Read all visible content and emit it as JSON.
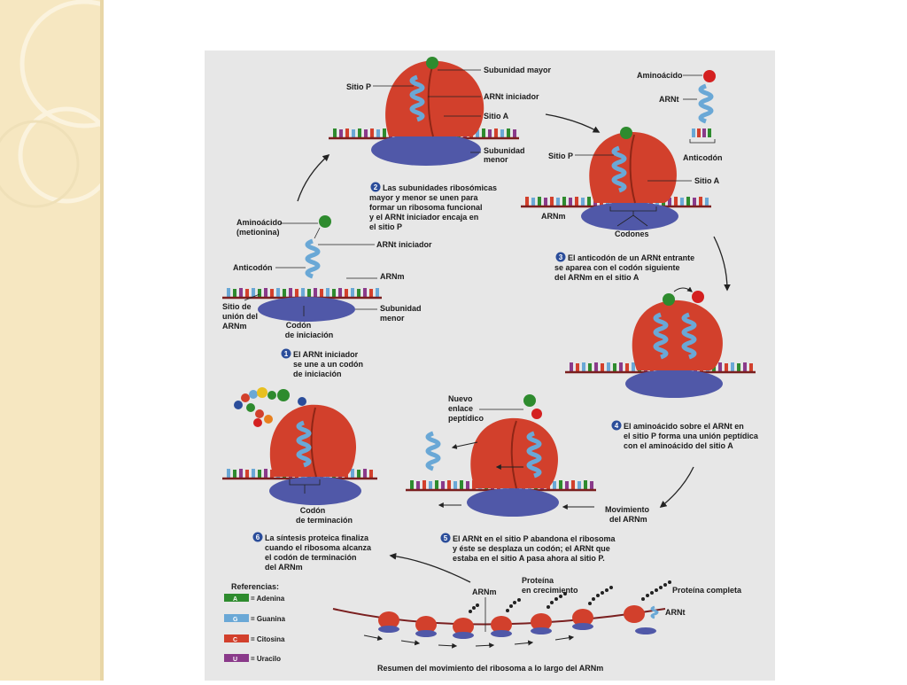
{
  "colors": {
    "slide_background": "#ffffff",
    "sidebar": "#f6e7c1",
    "figure_background": "#e7e7e7",
    "large_subunit": "#d2402c",
    "small_subunit": "#5058a8",
    "trna": "#6aa8d6",
    "amino_acid_initial": "#2e8b2e",
    "amino_acid_incoming": "#d42020",
    "adenina": "#2e8b2e",
    "guanina": "#6aa8d6",
    "citosina": "#d2402c",
    "uracilo": "#8a3a8a"
  },
  "top_panel": {
    "subunidad_mayor": "Subunidad mayor",
    "sitio_p": "Sitio P",
    "arnt_iniciador": "ARNt iniciador",
    "sitio_a": "Sitio A",
    "subunidad_menor_1": "Subunidad",
    "subunidad_menor_2": "menor"
  },
  "step1_panel": {
    "aminoacido_1": "Aminoácido",
    "aminoacido_2": "(metionina)",
    "arnt_iniciador": "ARNt iniciador",
    "anticodon": "Anticodón",
    "arnm": "ARNm",
    "sitio_union_1": "Sitio de",
    "sitio_union_2": "unión del",
    "sitio_union_3": "ARNm",
    "codon_iniciacion_1": "Codón",
    "codon_iniciacion_2": "de iniciación",
    "subunidad_menor_1": "Subunidad",
    "subunidad_menor_2": "menor"
  },
  "right_panel": {
    "aminoacido": "Aminoácido",
    "arnt": "ARNt",
    "anticodon": "Anticodón",
    "sitio_p": "Sitio P",
    "sitio_a": "Sitio A",
    "arnm": "ARNm",
    "codones": "Codones"
  },
  "step5_panel": {
    "nuevo_1": "Nuevo",
    "nuevo_2": "enlace",
    "nuevo_3": "peptídico",
    "movimiento_1": "Movimiento",
    "movimiento_2": "del ARNm"
  },
  "step6_panel": {
    "codon_term_1": "Codón",
    "codon_term_2": "de terminación"
  },
  "steps": {
    "s1": {
      "num": "1",
      "lines": [
        "El ARNt iniciador",
        "se une a un codón",
        "de iniciación"
      ]
    },
    "s2": {
      "num": "2",
      "lines": [
        "Las subunidades ribosómicas",
        "mayor y menor se unen para",
        "formar un ribosoma funcional",
        "y el ARNt iniciador encaja en",
        "el sitio P"
      ]
    },
    "s3": {
      "num": "3",
      "lines": [
        "El anticodón de un ARNt entrante",
        "se aparea con el codón siguiente",
        "del ARNm en el sitio A"
      ]
    },
    "s4": {
      "num": "4",
      "lines": [
        "El aminoácido sobre el ARNt en",
        "el sitio P forma una unión peptídica",
        "con el aminoácido del sitio A"
      ]
    },
    "s5": {
      "num": "5",
      "lines": [
        "El ARNt en el sitio P abandona el ribosoma",
        "y éste se desplaza un codón; el ARNt que",
        "estaba en el sitio A pasa ahora al sitio P."
      ]
    },
    "s6": {
      "num": "6",
      "lines": [
        "La síntesis proteica finaliza",
        "cuando el ribosoma alcanza",
        "el codón de terminación",
        "del ARNm"
      ]
    }
  },
  "legend": {
    "title": "Referencias:",
    "items": [
      {
        "code": "A",
        "label": "= Adenina"
      },
      {
        "code": "G",
        "label": "= Guanina"
      },
      {
        "code": "C",
        "label": "= Citosina"
      },
      {
        "code": "U",
        "label": "= Uracilo"
      }
    ]
  },
  "summary": {
    "arnm": "ARNm",
    "proteina_crec_1": "Proteína",
    "proteina_crec_2": "en crecimiento",
    "proteina_completa": "Proteína completa",
    "arnt": "ARNt",
    "caption": "Resumen del movimiento del ribosoma a lo largo del ARNm"
  }
}
